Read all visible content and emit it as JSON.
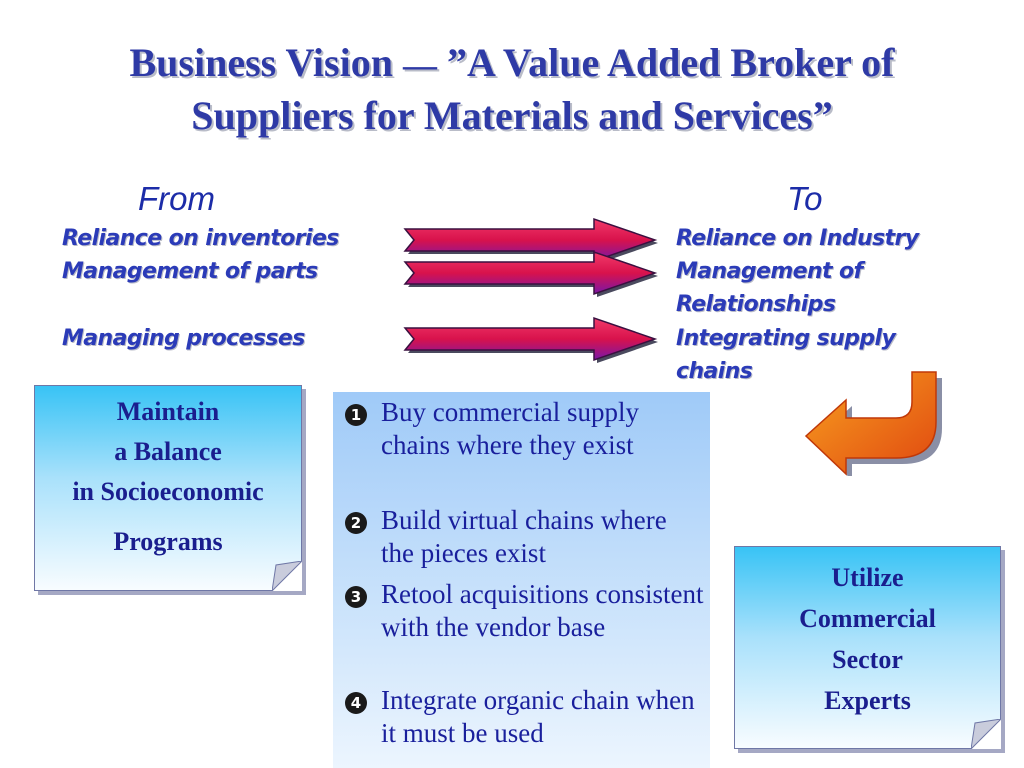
{
  "title": {
    "main": "Business Vision",
    "dash": "—",
    "line1_rest": "”A Value Added Broker of",
    "line2": "Suppliers  for Materials and Services”"
  },
  "headers": {
    "from": "From",
    "to": "To"
  },
  "from_items": [
    "Reliance on inventories",
    "Management of parts",
    "Managing processes"
  ],
  "to_items": [
    "Reliance on Industry",
    "Management of",
    "Relationships",
    "Integrating supply",
    "chains"
  ],
  "left_note": {
    "lines": [
      "Maintain",
      "a Balance",
      "in Socioeconomic",
      "Programs"
    ]
  },
  "center_list": {
    "bullet_numbers": [
      "1",
      "2",
      "3",
      "4"
    ],
    "items": [
      "Buy commercial supply chains where they exist",
      "Build virtual chains where the pieces exist",
      "Retool acquisitions consistent with the vendor base",
      "Integrate organic chain when it must be used"
    ]
  },
  "right_note": {
    "lines": [
      "Utilize",
      "Commercial",
      "Sector",
      "Experts"
    ]
  },
  "colors": {
    "title": "#2e3aa6",
    "item_text": "#2b3bb8",
    "arrow_red": "#e8104a",
    "arrow_purple": "#7a16a8",
    "note_top": "#38c3f5",
    "curve_orange": "#f07818"
  },
  "icons": {
    "arrows": "right-arrow-icon",
    "curve": "curved-return-arrow-icon",
    "bullets": "numbered-circle-bullet"
  }
}
